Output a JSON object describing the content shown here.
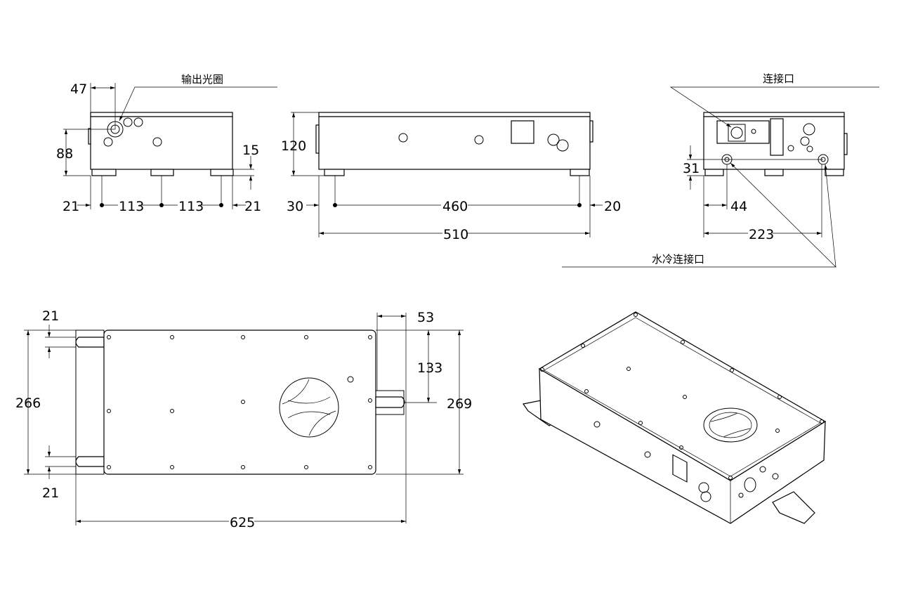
{
  "labels": {
    "output_aperture": "输出光圈",
    "connector_port": "连接口",
    "water_cooling_port": "水冷连接口"
  },
  "front_view": {
    "aperture_offset": "47",
    "aperture_height": "88",
    "foot_height": "15",
    "foot_spacing": [
      "21",
      "113",
      "113",
      "21"
    ]
  },
  "side_view": {
    "height": "120",
    "foot_left": "30",
    "foot_span": "460",
    "foot_right": "20",
    "length": "510"
  },
  "rear_view": {
    "port_height": "31",
    "port_left": "44",
    "port_span": "223"
  },
  "top_view": {
    "ear_top": "21",
    "width_plate": "266",
    "ear_bottom": "21",
    "ear_right_length": "53",
    "ear_right_offset": "133",
    "width_overall": "269",
    "length_overall": "625"
  }
}
